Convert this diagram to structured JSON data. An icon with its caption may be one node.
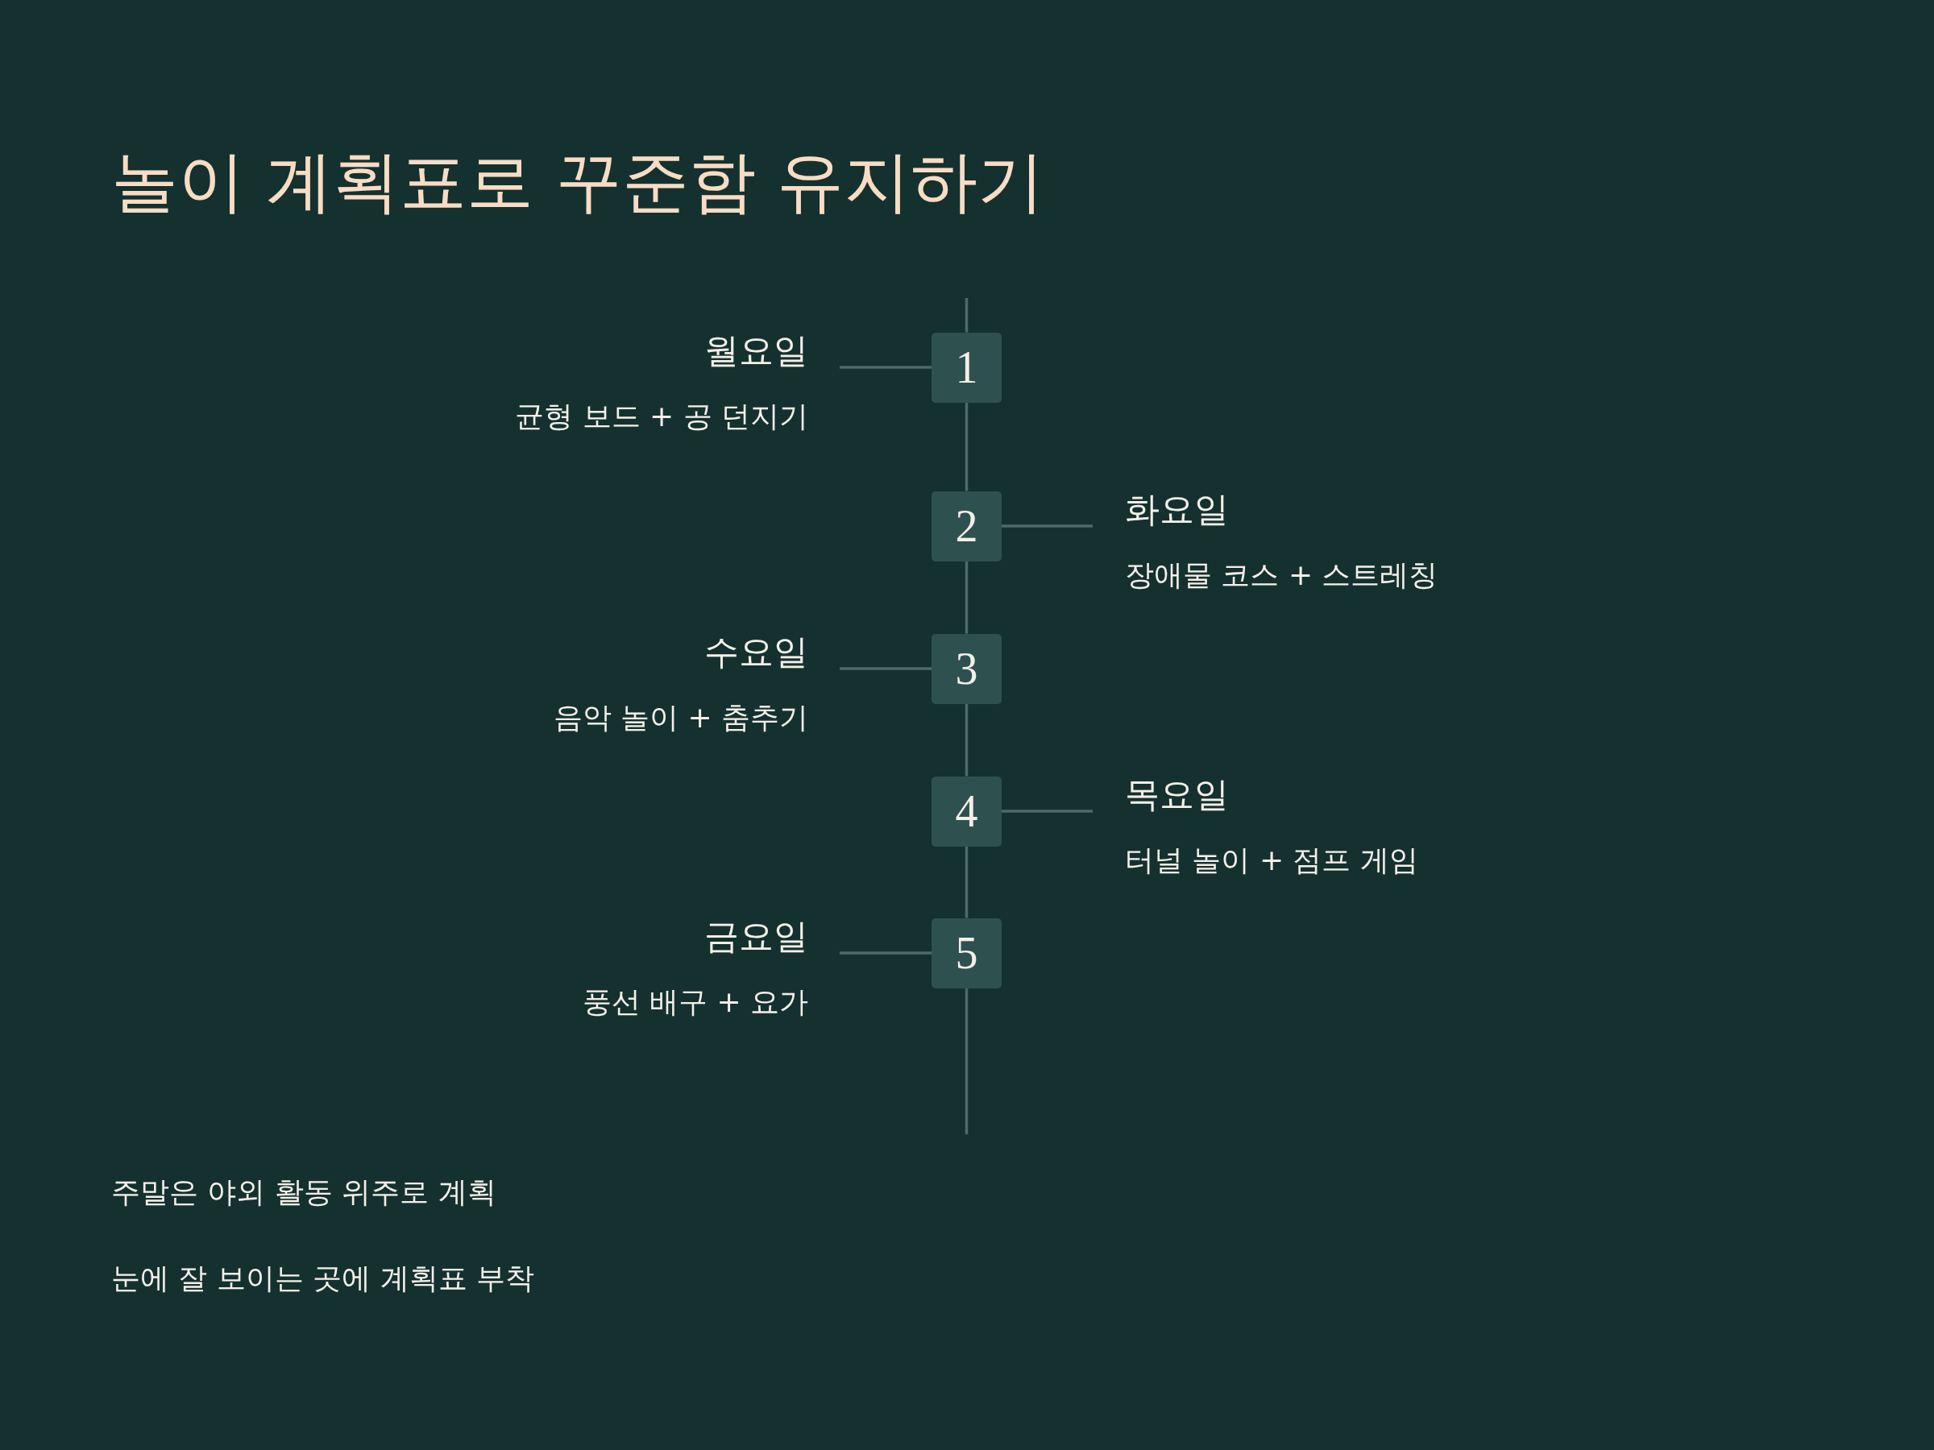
{
  "diagram": {
    "title": "놀이 계획표로 꾸준함 유지하기",
    "nodes": [
      {
        "text": [
          "1"
        ]
      },
      {
        "text": [
          "월요일",
          "균형 보드 + 공 던지기"
        ]
      },
      {
        "text": [
          "2"
        ]
      },
      {
        "text": [
          "화요일",
          "장애물 코스 + 스트레칭"
        ]
      },
      {
        "text": [
          "3"
        ]
      },
      {
        "text": [
          "수요일",
          "음악 놀이 + 춤추기"
        ]
      },
      {
        "text": [
          "4"
        ]
      },
      {
        "text": [
          "목요일",
          "터널 놀이 + 점프 게임"
        ]
      },
      {
        "text": [
          "5"
        ]
      },
      {
        "text": [
          "금요일",
          "풍선 배구 + 요가"
        ]
      }
    ],
    "edges": [
      {
        "from": 0,
        "to": 1,
        "arrow": "none"
      },
      {
        "from": 2,
        "to": 3,
        "arrow": "none"
      },
      {
        "from": 4,
        "to": 5,
        "arrow": "none"
      },
      {
        "from": 6,
        "to": 7,
        "arrow": "none"
      },
      {
        "from": 8,
        "to": 9,
        "arrow": "none"
      },
      {
        "from": 0,
        "to": 2,
        "arrow": "none"
      },
      {
        "from": 2,
        "to": 4,
        "arrow": "none"
      },
      {
        "from": 4,
        "to": 6,
        "arrow": "none"
      },
      {
        "from": 6,
        "to": 8,
        "arrow": "none"
      }
    ],
    "labels": [
      "주말은 야외 활동 위주로 계획",
      "눈에 잘 보이는 곳에 계획표 부착"
    ]
  }
}
